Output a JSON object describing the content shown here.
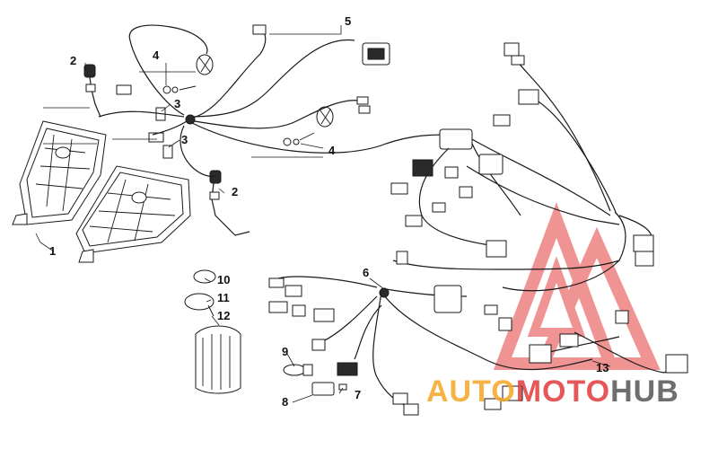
{
  "diagram": {
    "callouts": {
      "c1": "1",
      "c2a": "2",
      "c2b": "2",
      "c3a": "3",
      "c3b": "3",
      "c4a": "4",
      "c4b": "4",
      "c5": "5",
      "c6": "6",
      "c7": "7",
      "c8": "8",
      "c9": "9",
      "c10": "10",
      "c11": "11",
      "c12": "12",
      "c13": "13"
    }
  },
  "watermark": {
    "part1": "AUTO",
    "part2": "MOTO",
    "part3": "HUB",
    "color_orange": "#f5a623",
    "color_red": "#e23b3b",
    "color_gray": "#555555"
  }
}
